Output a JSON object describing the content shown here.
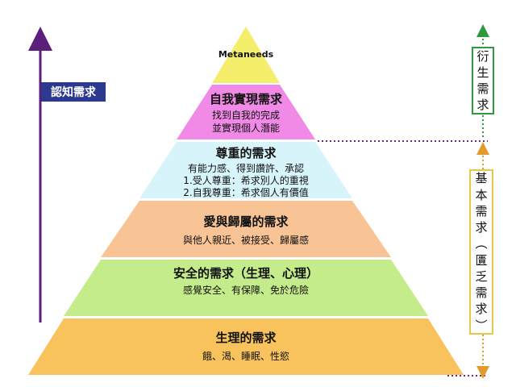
{
  "axis_label": "認知需求",
  "growth_needs_chars": [
    "衍",
    "生",
    "需",
    "求"
  ],
  "basic_needs_chars": [
    "基",
    "本",
    "需",
    "求",
    "︵",
    "匱",
    "乏",
    "需",
    "求",
    "︶"
  ],
  "tiers": [
    {
      "id": "metaneeds",
      "title": "Metaneeds",
      "lines": [],
      "color": "#f5ee6a"
    },
    {
      "id": "self-actualization",
      "title": "自我實現需求",
      "lines": [
        "找到自我的完成",
        "並實現個人潛能"
      ],
      "color": "#f08ae6"
    },
    {
      "id": "esteem",
      "title": "尊重的需求",
      "lines": [
        "有能力感、得到讚許、承認",
        "1.受人尊重：希求別人的重視",
        "2.自我尊重：希求個人有價值"
      ],
      "color": "#d6f4fa"
    },
    {
      "id": "love-belonging",
      "title": "愛與歸屬的需求",
      "lines": [
        "與他人親近、被接受、歸屬感"
      ],
      "color": "#f8c496"
    },
    {
      "id": "safety",
      "title": "安全的需求（生理、心理）",
      "lines": [
        "感覺安全、有保障、免於危險"
      ],
      "color": "#c4ec8a"
    },
    {
      "id": "physiological",
      "title": "生理的需求",
      "lines": [
        "餓、渴、睡眠、性慾"
      ],
      "color": "#f8c25c"
    }
  ],
  "colors": {
    "axis_arrow": "#5a1f7a",
    "growth_arrow": "#2e9a3e",
    "basic_arrow": "#e39a2a",
    "divider": "#6b2a8a"
  }
}
